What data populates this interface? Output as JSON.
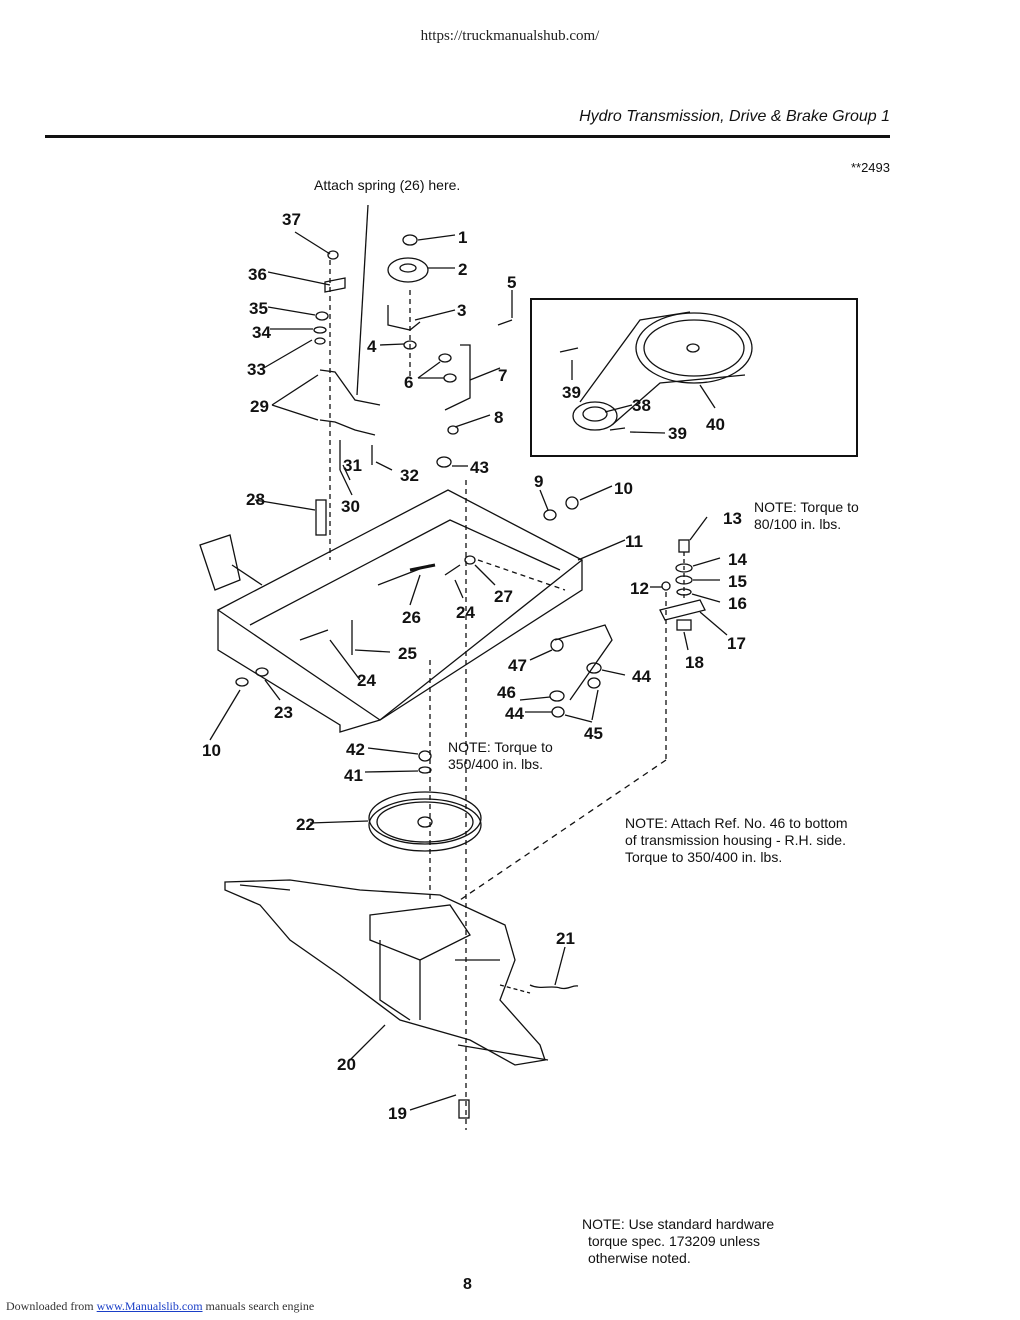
{
  "header": {
    "source_url": "https://truckmanualshub.com/",
    "section_title": "Hydro Transmission, Drive & Brake Group 1",
    "diagram_code": "**2493"
  },
  "notes": {
    "attach_spring": "Attach spring (26) here.",
    "torque_80_line1": "NOTE: Torque to",
    "torque_80_line2": "80/100 in. lbs.",
    "torque_350_line1": "NOTE: Torque to",
    "torque_350_line2": "350/400 in. lbs.",
    "attach_ref_line1": "NOTE: Attach Ref. No. 46 to bottom",
    "attach_ref_line2": "of transmission housing - R.H. side.",
    "attach_ref_line3": "Torque to 350/400 in. lbs.",
    "standard_line1": "NOTE: Use standard hardware",
    "standard_line2": "torque spec. 173209 unless",
    "standard_line3": "otherwise noted."
  },
  "callouts": {
    "c1": "1",
    "c2": "2",
    "c3": "3",
    "c4": "4",
    "c5": "5",
    "c6": "6",
    "c7": "7",
    "c8": "8",
    "c9": "9",
    "c10a": "10",
    "c10b": "10",
    "c11": "11",
    "c12": "12",
    "c13": "13",
    "c14": "14",
    "c15": "15",
    "c16": "16",
    "c17": "17",
    "c18": "18",
    "c19": "19",
    "c20": "20",
    "c21": "21",
    "c22": "22",
    "c23": "23",
    "c24a": "24",
    "c24b": "24",
    "c25": "25",
    "c26": "26",
    "c27": "27",
    "c28": "28",
    "c29": "29",
    "c30": "30",
    "c31": "31",
    "c32": "32",
    "c33": "33",
    "c34": "34",
    "c35": "35",
    "c36": "36",
    "c37": "37",
    "c38": "38",
    "c39a": "39",
    "c39b": "39",
    "c40": "40",
    "c41": "41",
    "c42": "42",
    "c43": "43",
    "c44a": "44",
    "c44b": "44",
    "c45": "45",
    "c46": "46",
    "c47": "47"
  },
  "page_number": "8",
  "footer": {
    "prefix": "Downloaded from",
    "link_text": "www.Manualslib.com",
    "suffix": "manuals search engine"
  }
}
